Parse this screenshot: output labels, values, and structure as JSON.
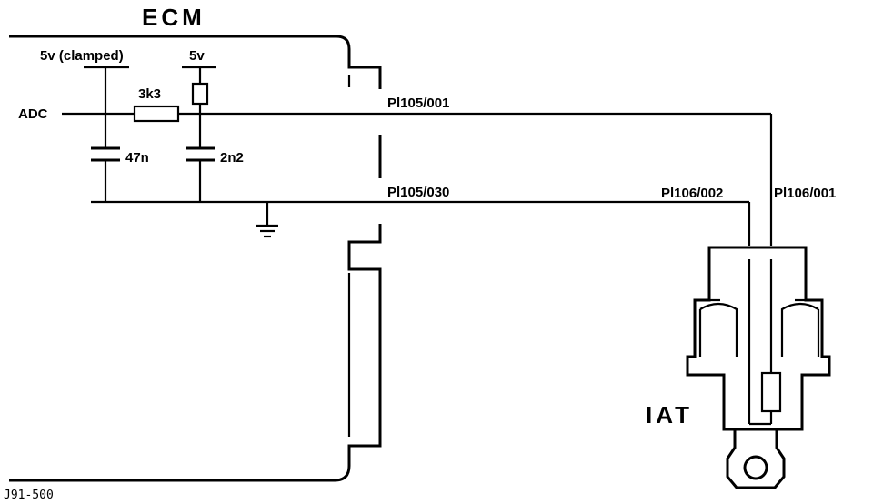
{
  "diagram": {
    "module_title": "ECM",
    "sensor_title": "IAT",
    "supply_clamped": "5v (clamped)",
    "supply": "5v",
    "input_label": "ADC",
    "resistor_label": "3k3",
    "cap1_label": "47n",
    "cap2_label": "2n2",
    "pin_signal": "Pl105/001",
    "pin_ground": "Pl105/030",
    "sensor_pin_ground": "Pl106/002",
    "sensor_pin_signal": "Pl106/001",
    "figure_ref": "J91-500"
  }
}
